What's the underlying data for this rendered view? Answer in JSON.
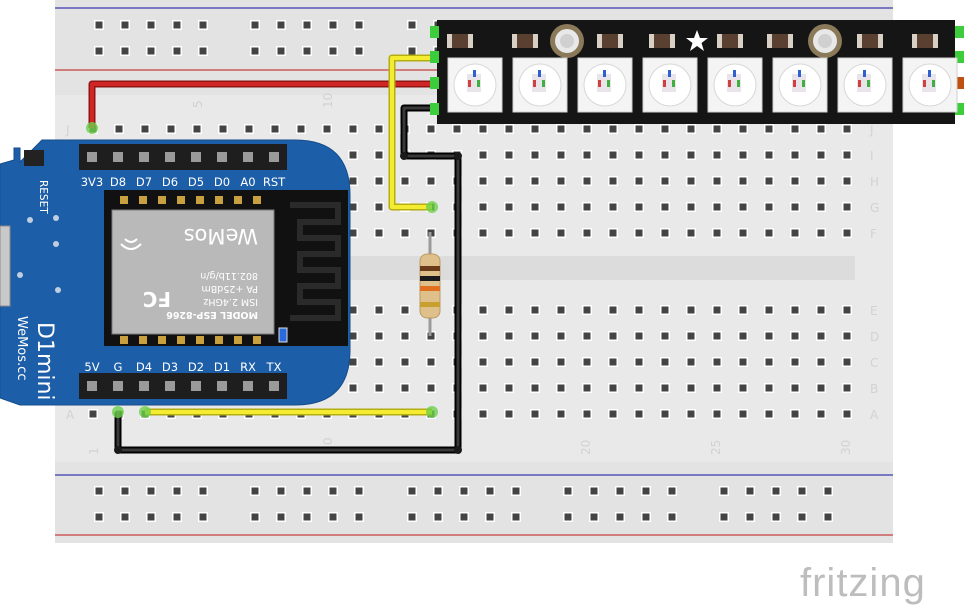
{
  "breadboard": {
    "row_letters_top": [
      "J",
      "I",
      "H",
      "G",
      "F"
    ],
    "row_letters_bottom": [
      "E",
      "D",
      "C",
      "B",
      "A"
    ],
    "column_numbers": [
      "1",
      "5",
      "10",
      "0",
      "20",
      "25",
      "30"
    ]
  },
  "wemos": {
    "top_pins": [
      "3V3",
      "D8",
      "D7",
      "D6",
      "D5",
      "D0",
      "A0",
      "RST"
    ],
    "bottom_pins": [
      "5V",
      "G",
      "D4",
      "D3",
      "D2",
      "D1",
      "RX",
      "TX"
    ],
    "reset_label": "RESET",
    "board_name": "D1mini",
    "board_site": "WeMos.cc",
    "module_lines": [
      "MODEL  ESP-8266",
      "ISM 2.4GHz",
      "PA +25dBm",
      "802.11b/g/n"
    ],
    "logo_text": "WeMos"
  },
  "branding": {
    "watermark": "fritzing"
  },
  "colors": {
    "board_blue": "#1c5ea8",
    "wire_red": "#cc2020",
    "wire_yellow": "#f2ea2a",
    "wire_black": "#1a1a1a",
    "breadboard": "#eaeaea",
    "led_strip": "#151515"
  }
}
